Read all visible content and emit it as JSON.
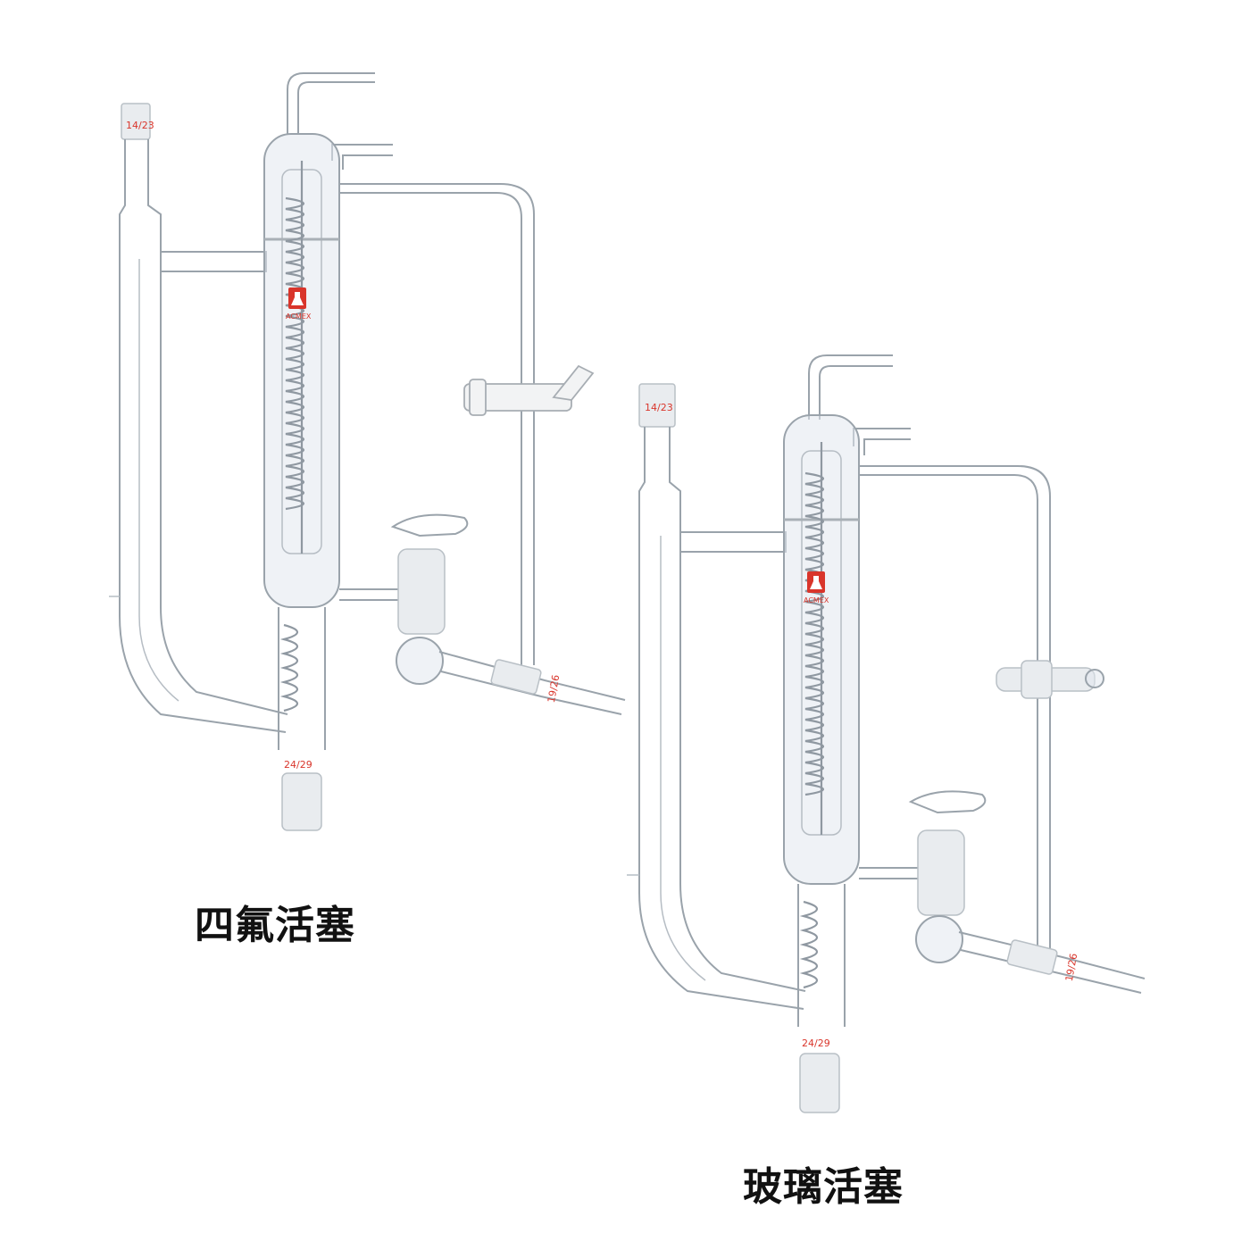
{
  "image": {
    "background": "#ffffff",
    "left_apparatus": {
      "caption": "四氟活塞",
      "stopcock_type": "ptfe",
      "top_joint_label": "14/23",
      "bottom_joint_label": "24/29",
      "side_joint_label": "19/26",
      "logo_text": "ACMEX"
    },
    "right_apparatus": {
      "caption": "玻璃活塞",
      "stopcock_type": "glass",
      "top_joint_label": "14/23",
      "bottom_joint_label": "24/29",
      "side_joint_label": "19/26",
      "logo_text": "ACMEX"
    },
    "colors": {
      "glass_outline": "#9aa3ab",
      "joint_label": "#d9352b",
      "logo": "#d9352b",
      "caption_text": "#111111"
    },
    "icons": [
      "flask-logo-icon"
    ]
  }
}
